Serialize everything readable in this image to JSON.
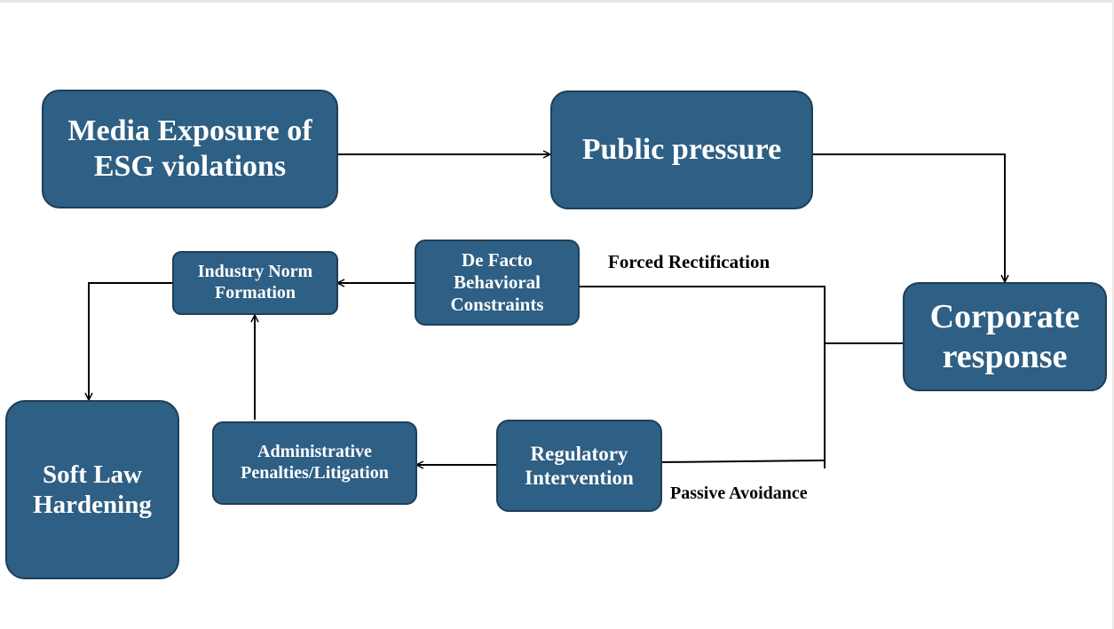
{
  "nodes": {
    "media": "Media Exposure of\nESG violations",
    "public": "Public pressure",
    "corporate": "Corporate\nresponse",
    "defacto": "De Facto\nBehavioral\nConstraints",
    "industry": "Industry Norm\nFormation",
    "softlaw": "Soft Law\nHardening",
    "admin": "Administrative\nPenalties/Litigation",
    "regulatory": "Regulatory\nIntervention"
  },
  "labels": {
    "forced": "Forced Rectification",
    "passive": "Passive Avoidance"
  },
  "colors": {
    "node_fill": "#2e5f84",
    "node_border": "#1f3e58",
    "line": "#000000"
  }
}
